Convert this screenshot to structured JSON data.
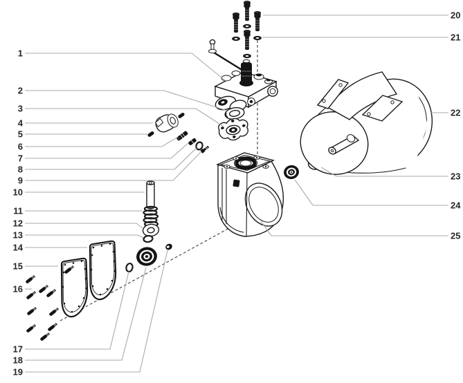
{
  "figure": {
    "type": "exploded-parts-diagram",
    "colors": {
      "background": "#ffffff",
      "ink": "#1a1a1a",
      "leader": "#a9a9a9",
      "label": "#262626",
      "dash": "#4d4d4d"
    },
    "callouts_left": [
      {
        "number": "1"
      },
      {
        "number": "2"
      },
      {
        "number": "3"
      },
      {
        "number": "4"
      },
      {
        "number": "5"
      },
      {
        "number": "6"
      },
      {
        "number": "7"
      },
      {
        "number": "8"
      },
      {
        "number": "9"
      },
      {
        "number": "10"
      },
      {
        "number": "11"
      },
      {
        "number": "12"
      },
      {
        "number": "13"
      },
      {
        "number": "14"
      },
      {
        "number": "15"
      },
      {
        "number": "16"
      },
      {
        "number": "17"
      },
      {
        "number": "18"
      },
      {
        "number": "19"
      }
    ],
    "callouts_right": [
      {
        "number": "20"
      },
      {
        "number": "21"
      },
      {
        "number": "22"
      },
      {
        "number": "23"
      },
      {
        "number": "24"
      },
      {
        "number": "25"
      }
    ]
  }
}
